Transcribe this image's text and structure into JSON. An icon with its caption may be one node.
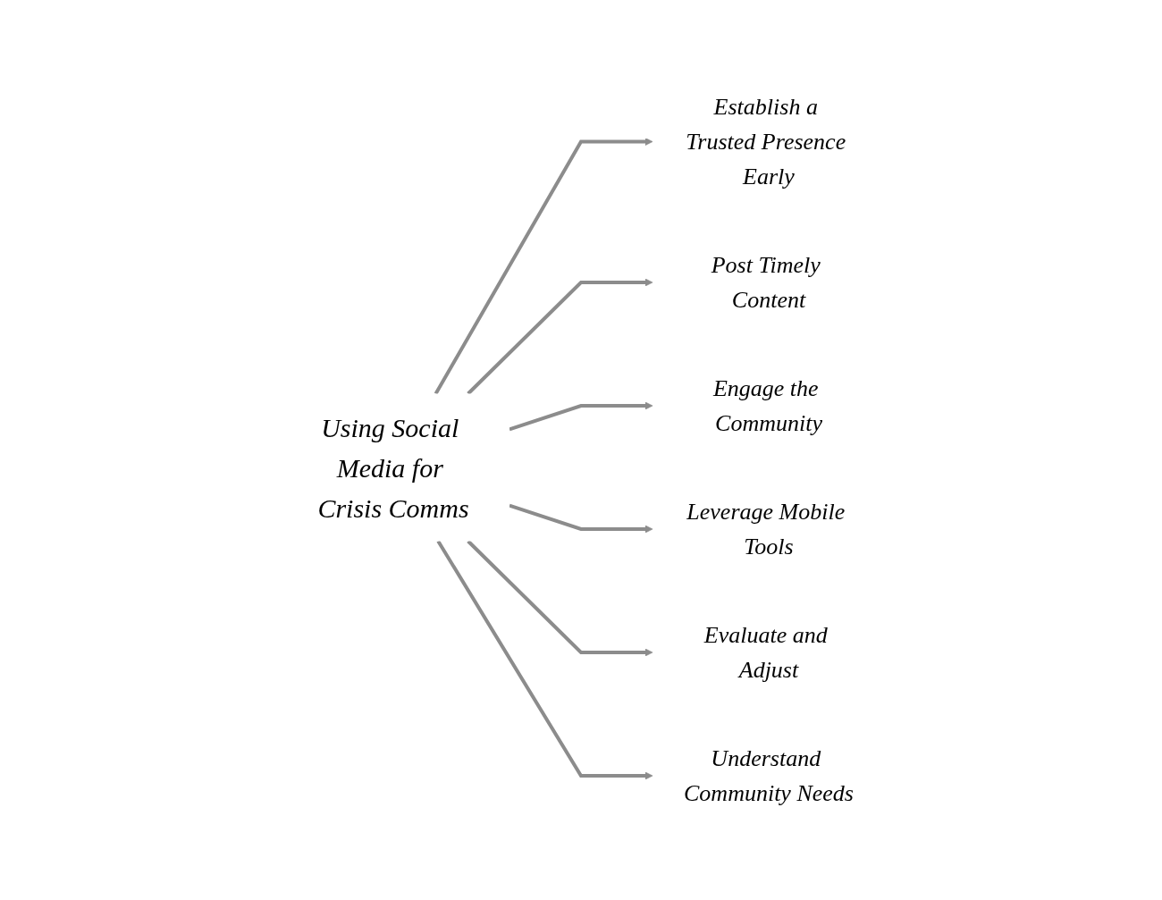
{
  "diagram": {
    "nodes": [
      {
        "text": [
          "Using Social Media for Crisis Comms"
        ]
      },
      {
        "text": [
          "Establish a Trusted Presence Early"
        ]
      },
      {
        "text": [
          "Post Timely Content"
        ]
      },
      {
        "text": [
          "Engage the Community"
        ]
      },
      {
        "text": [
          "Leverage Mobile Tools"
        ]
      },
      {
        "text": [
          "Evaluate and Adjust"
        ]
      },
      {
        "text": [
          "Understand Community Needs"
        ]
      }
    ],
    "edges": [
      {
        "from": 0,
        "to": 1,
        "arrow": "to"
      },
      {
        "from": 0,
        "to": 2,
        "arrow": "to"
      },
      {
        "from": 0,
        "to": 3,
        "arrow": "to"
      },
      {
        "from": 0,
        "to": 4,
        "arrow": "to"
      },
      {
        "from": 0,
        "to": 5,
        "arrow": "to"
      },
      {
        "from": 0,
        "to": 6,
        "arrow": "to"
      }
    ]
  }
}
